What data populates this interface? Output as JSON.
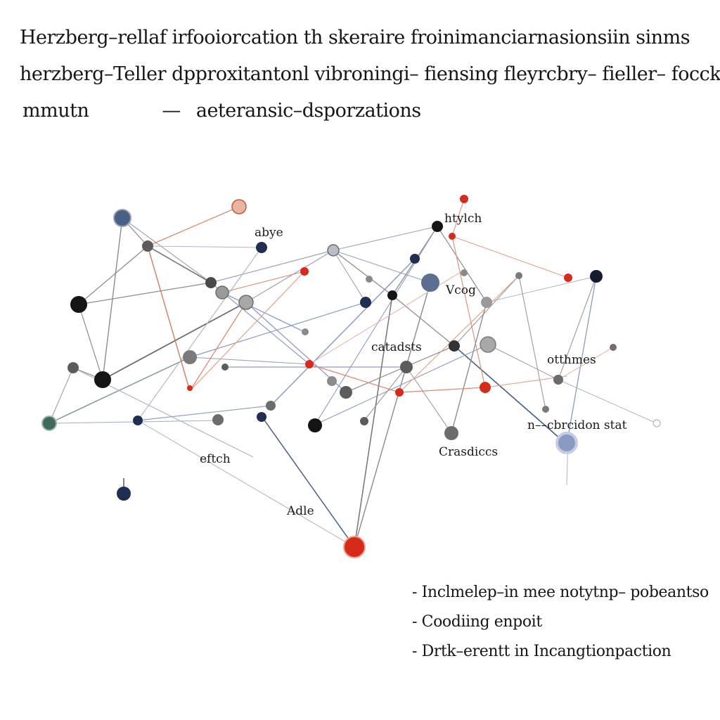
{
  "title": {
    "line1": "Herzberg–rellaf irfooiorcation th  skeraire froinimanciarnasionsiin sinms",
    "line2": "herzberg–Teller dpproxitantonl vibroningi– fiensing fleyrcbry– fieller– focckefil",
    "line3a": "mmutn",
    "line3dash": "—",
    "line3b": "aeteransic–dsporzations"
  },
  "node_labels": {
    "abye": "abye",
    "htylch": "htylch",
    "vcog": "Vcog",
    "catadsts": "catadsts",
    "otthmes": "otthmes",
    "stat": "n––cbrcidon stat",
    "crasdiccs": "Crasdiccs",
    "eftch": "eftch",
    "adle": "Adle"
  },
  "colors": {
    "black": "#141414",
    "navy": "#1f2f52",
    "steel": "#4a5f86",
    "gray": "#5c5c5c",
    "light_gray": "#a8a8a8",
    "red": "#d62a1a",
    "teal": "#3f6b5e",
    "edge_blue": "#8c9bc0",
    "edge_red": "#d98a72"
  },
  "notes": [
    "Inclmelep–in mee notytnp– pobeantso",
    "Coodiing  enpoit",
    "Drtk–erentt in Incangtionpaction"
  ]
}
